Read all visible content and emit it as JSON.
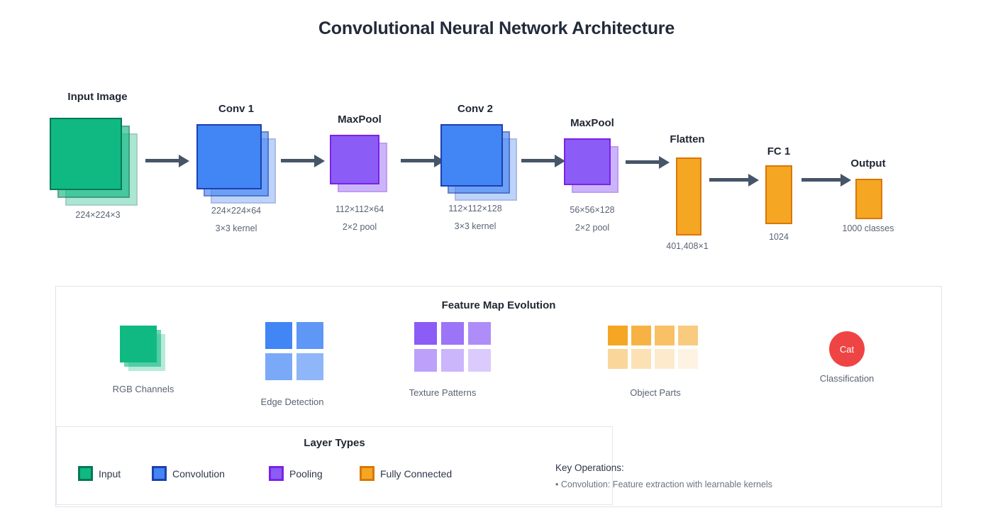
{
  "title": "Convolutional Neural Network Architecture",
  "colors": {
    "input_fill": "#10b981",
    "input_border": "#047857",
    "conv_fill": "#4285f4",
    "conv_border": "#1e40af",
    "pool_fill": "#8b5cf6",
    "pool_border": "#7c22e8",
    "fc_fill": "#f5a623",
    "fc_border": "#d97706",
    "classification_fill": "#ef4444",
    "arrow": "#475569",
    "title_color": "#232b3b",
    "sublabel_color": "#5a6474"
  },
  "pipeline": [
    {
      "name": "Input Image",
      "type": "input",
      "sublabels": [
        "224×224×3"
      ]
    },
    {
      "name": "Conv 1",
      "type": "convolution",
      "sublabels": [
        "224×224×64",
        "3×3 kernel"
      ]
    },
    {
      "name": "MaxPool",
      "type": "pooling",
      "sublabels": [
        "112×112×64",
        "2×2 pool"
      ]
    },
    {
      "name": "Conv 2",
      "type": "convolution",
      "sublabels": [
        "112×112×128",
        "3×3 kernel"
      ]
    },
    {
      "name": "MaxPool",
      "type": "pooling",
      "sublabels": [
        "56×56×128",
        "2×2 pool"
      ]
    },
    {
      "name": "Flatten",
      "type": "fully-connected",
      "sublabels": [
        "401,408×1"
      ]
    },
    {
      "name": "FC 1",
      "type": "fully-connected",
      "sublabels": [
        "1024"
      ]
    },
    {
      "name": "Output",
      "type": "fully-connected",
      "sublabels": [
        "1000 classes"
      ]
    }
  ],
  "feature_panel": {
    "title": "Feature Map Evolution",
    "stages": [
      {
        "label": "RGB Channels",
        "kind": "stack",
        "color": "#10b981"
      },
      {
        "label": "Edge Detection",
        "kind": "grid",
        "cols": 2,
        "rows": 2,
        "color": "#4285f4"
      },
      {
        "label": "Texture Patterns",
        "kind": "grid",
        "cols": 3,
        "rows": 2,
        "color": "#8b5cf6"
      },
      {
        "label": "Object Parts",
        "kind": "grid",
        "cols": 4,
        "rows": 2,
        "color": "#f5a623"
      },
      {
        "label": "Classification",
        "kind": "circle",
        "color": "#ef4444",
        "badge": "Cat"
      }
    ]
  },
  "legend": {
    "title": "Layer Types",
    "items": [
      {
        "label": "Input",
        "fill": "#10b981",
        "border": "#047857"
      },
      {
        "label": "Convolution",
        "fill": "#4285f4",
        "border": "#1e40af"
      },
      {
        "label": "Pooling",
        "fill": "#8b5cf6",
        "border": "#7c22e8"
      },
      {
        "label": "Fully Connected",
        "fill": "#f5a623",
        "border": "#d97706"
      }
    ]
  },
  "key_operations": {
    "title": "Key Operations:",
    "items": [
      "• Convolution: Feature extraction with learnable kernels"
    ]
  }
}
